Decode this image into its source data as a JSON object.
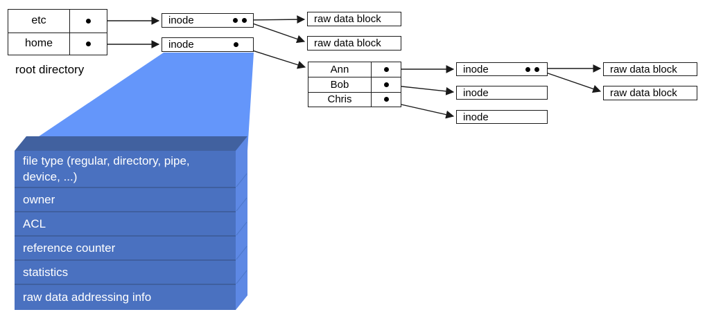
{
  "colors": {
    "funnel": "#6496fa",
    "stack_front": "#4a71c0",
    "stack_top": "#41619f",
    "stack_side": "#5d88e4",
    "stack_side_divider": "#4e79cc",
    "row_divider": "#3f5f9f",
    "box_border": "#1a1a1a",
    "arrow": "#1a1a1a",
    "stack_text": "#ffffff"
  },
  "root_table": {
    "caption": "root directory",
    "entries": [
      {
        "name": "etc"
      },
      {
        "name": "home"
      }
    ]
  },
  "root_inodes": [
    {
      "label": "inode"
    },
    {
      "label": "inode"
    }
  ],
  "raw_blocks_top": [
    {
      "label": "raw data block"
    },
    {
      "label": "raw data block"
    }
  ],
  "home_table": {
    "entries": [
      {
        "name": "Ann"
      },
      {
        "name": "Bob"
      },
      {
        "name": "Chris"
      }
    ]
  },
  "user_inodes": [
    {
      "label": "inode"
    },
    {
      "label": "inode"
    },
    {
      "label": "inode"
    }
  ],
  "raw_blocks_right": [
    {
      "label": "raw data block"
    },
    {
      "label": "raw data block"
    }
  ],
  "inode_detail": {
    "rows": [
      {
        "label": "file type (regular, directory, pipe, device, ...)"
      },
      {
        "label": "owner"
      },
      {
        "label": "ACL"
      },
      {
        "label": "reference counter"
      },
      {
        "label": "statistics"
      },
      {
        "label": "raw data addressing info"
      }
    ]
  }
}
